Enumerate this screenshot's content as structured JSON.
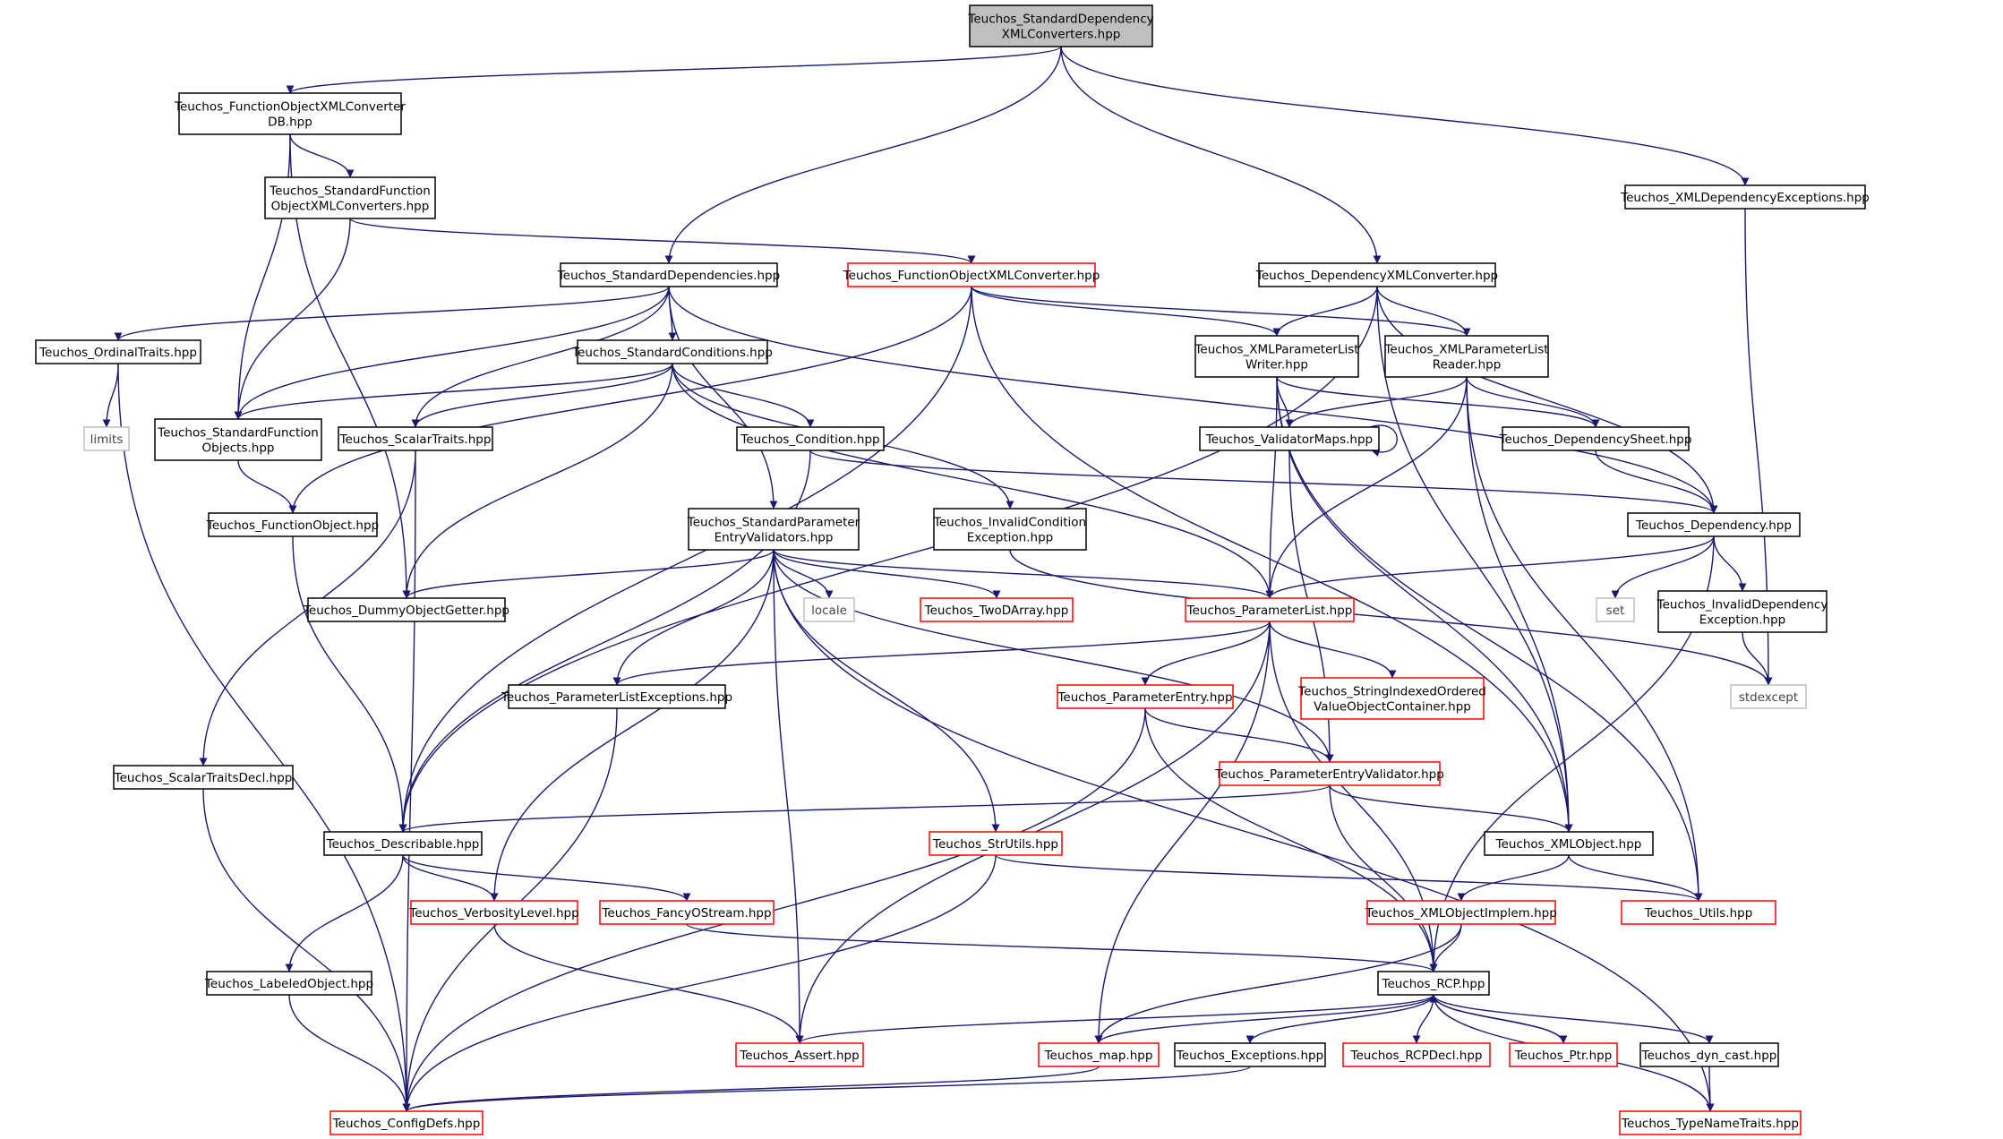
{
  "graph": {
    "edge_color": "#191970",
    "node_border_colors": {
      "default": "#000000",
      "incomplete": "#ff0000",
      "system": "#bfbfbf"
    },
    "root_fill": "#bfbfbf",
    "nodes": [
      {
        "id": "root",
        "lines": [
          "Teuchos_StandardDependency",
          "XMLConverters.hpp"
        ],
        "style": "root"
      },
      {
        "id": "fox_db",
        "lines": [
          "Teuchos_FunctionObjectXMLConverter",
          "DB.hpp"
        ],
        "style": "black"
      },
      {
        "id": "xmldepexc",
        "lines": [
          "Teuchos_XMLDependencyExceptions.hpp"
        ],
        "style": "black"
      },
      {
        "id": "stdfoxml",
        "lines": [
          "Teuchos_StandardFunction",
          "ObjectXMLConverters.hpp"
        ],
        "style": "black"
      },
      {
        "id": "stddeps",
        "lines": [
          "Teuchos_StandardDependencies.hpp"
        ],
        "style": "black"
      },
      {
        "id": "foxconv",
        "lines": [
          "Teuchos_FunctionObjectXMLConverter.hpp"
        ],
        "style": "red"
      },
      {
        "id": "depxml",
        "lines": [
          "Teuchos_DependencyXMLConverter.hpp"
        ],
        "style": "black"
      },
      {
        "id": "ordinal",
        "lines": [
          "Teuchos_OrdinalTraits.hpp"
        ],
        "style": "black"
      },
      {
        "id": "stdconds",
        "lines": [
          "Teuchos_StandardConditions.hpp"
        ],
        "style": "black"
      },
      {
        "id": "plwriter",
        "lines": [
          "Teuchos_XMLParameterList",
          "Writer.hpp"
        ],
        "style": "black"
      },
      {
        "id": "plreader",
        "lines": [
          "Teuchos_XMLParameterList",
          "Reader.hpp"
        ],
        "style": "black"
      },
      {
        "id": "limits",
        "lines": [
          "limits"
        ],
        "style": "gray"
      },
      {
        "id": "stdfuncobj",
        "lines": [
          "Teuchos_StandardFunction",
          "Objects.hpp"
        ],
        "style": "black"
      },
      {
        "id": "scalartraits",
        "lines": [
          "Teuchos_ScalarTraits.hpp"
        ],
        "style": "black"
      },
      {
        "id": "condition",
        "lines": [
          "Teuchos_Condition.hpp"
        ],
        "style": "black"
      },
      {
        "id": "valmaps",
        "lines": [
          "Teuchos_ValidatorMaps.hpp"
        ],
        "style": "black"
      },
      {
        "id": "depsheet",
        "lines": [
          "Teuchos_DependencySheet.hpp"
        ],
        "style": "black"
      },
      {
        "id": "stdpev",
        "lines": [
          "Teuchos_StandardParameter",
          "EntryValidators.hpp"
        ],
        "style": "black"
      },
      {
        "id": "invcond",
        "lines": [
          "Teuchos_InvalidCondition",
          "Exception.hpp"
        ],
        "style": "black"
      },
      {
        "id": "funcobj",
        "lines": [
          "Teuchos_FunctionObject.hpp"
        ],
        "style": "black"
      },
      {
        "id": "dependency",
        "lines": [
          "Teuchos_Dependency.hpp"
        ],
        "style": "black"
      },
      {
        "id": "dummy",
        "lines": [
          "Teuchos_DummyObjectGetter.hpp"
        ],
        "style": "black"
      },
      {
        "id": "locale",
        "lines": [
          "locale"
        ],
        "style": "gray"
      },
      {
        "id": "twod",
        "lines": [
          "Teuchos_TwoDArray.hpp"
        ],
        "style": "red"
      },
      {
        "id": "paramlist",
        "lines": [
          "Teuchos_ParameterList.hpp"
        ],
        "style": "red"
      },
      {
        "id": "set",
        "lines": [
          "set"
        ],
        "style": "gray"
      },
      {
        "id": "invdep",
        "lines": [
          "Teuchos_InvalidDependency",
          "Exception.hpp"
        ],
        "style": "black"
      },
      {
        "id": "pentry",
        "lines": [
          "Teuchos_ParameterEntry.hpp"
        ],
        "style": "red"
      },
      {
        "id": "sivoc",
        "lines": [
          "Teuchos_StringIndexedOrdered",
          "ValueObjectContainer.hpp"
        ],
        "style": "red"
      },
      {
        "id": "plexc",
        "lines": [
          "Teuchos_ParameterListExceptions.hpp"
        ],
        "style": "black"
      },
      {
        "id": "stdexcept",
        "lines": [
          "stdexcept"
        ],
        "style": "gray"
      },
      {
        "id": "scalartraitsdecl",
        "lines": [
          "Teuchos_ScalarTraitsDecl.hpp"
        ],
        "style": "black"
      },
      {
        "id": "pev",
        "lines": [
          "Teuchos_ParameterEntryValidator.hpp"
        ],
        "style": "red"
      },
      {
        "id": "describable",
        "lines": [
          "Teuchos_Describable.hpp"
        ],
        "style": "black"
      },
      {
        "id": "strutils",
        "lines": [
          "Teuchos_StrUtils.hpp"
        ],
        "style": "red"
      },
      {
        "id": "xmlobject",
        "lines": [
          "Teuchos_XMLObject.hpp"
        ],
        "style": "black"
      },
      {
        "id": "verbosity",
        "lines": [
          "Teuchos_VerbosityLevel.hpp"
        ],
        "style": "red"
      },
      {
        "id": "fancy",
        "lines": [
          "Teuchos_FancyOStream.hpp"
        ],
        "style": "red"
      },
      {
        "id": "xmlobjimpl",
        "lines": [
          "Teuchos_XMLObjectImplem.hpp"
        ],
        "style": "red"
      },
      {
        "id": "utils",
        "lines": [
          "Teuchos_Utils.hpp"
        ],
        "style": "red"
      },
      {
        "id": "labeled",
        "lines": [
          "Teuchos_LabeledObject.hpp"
        ],
        "style": "black"
      },
      {
        "id": "rcp",
        "lines": [
          "Teuchos_RCP.hpp"
        ],
        "style": "black"
      },
      {
        "id": "assert",
        "lines": [
          "Teuchos_Assert.hpp"
        ],
        "style": "red"
      },
      {
        "id": "map",
        "lines": [
          "Teuchos_map.hpp"
        ],
        "style": "red"
      },
      {
        "id": "exceptions",
        "lines": [
          "Teuchos_Exceptions.hpp"
        ],
        "style": "black"
      },
      {
        "id": "rcpdecl",
        "lines": [
          "Teuchos_RCPDecl.hpp"
        ],
        "style": "red"
      },
      {
        "id": "ptr",
        "lines": [
          "Teuchos_Ptr.hpp"
        ],
        "style": "red"
      },
      {
        "id": "dyncast",
        "lines": [
          "Teuchos_dyn_cast.hpp"
        ],
        "style": "black"
      },
      {
        "id": "configdefs",
        "lines": [
          "Teuchos_ConfigDefs.hpp"
        ],
        "style": "red"
      },
      {
        "id": "typename",
        "lines": [
          "Teuchos_TypeNameTraits.hpp"
        ],
        "style": "red"
      }
    ],
    "edges": [
      [
        "root",
        "fox_db"
      ],
      [
        "root",
        "stddeps"
      ],
      [
        "root",
        "depxml"
      ],
      [
        "root",
        "xmldepexc"
      ],
      [
        "fox_db",
        "stdfoxml"
      ],
      [
        "fox_db",
        "stdfuncobj"
      ],
      [
        "fox_db",
        "dummy"
      ],
      [
        "stdfoxml",
        "foxconv"
      ],
      [
        "stdfoxml",
        "stdfuncobj"
      ],
      [
        "xmldepexc",
        "stdexcept"
      ],
      [
        "stddeps",
        "ordinal"
      ],
      [
        "stddeps",
        "stdconds"
      ],
      [
        "stddeps",
        "stdfuncobj"
      ],
      [
        "stddeps",
        "scalartraits"
      ],
      [
        "stddeps",
        "stdpev"
      ],
      [
        "stddeps",
        "dependency"
      ],
      [
        "foxconv",
        "plwriter"
      ],
      [
        "foxconv",
        "plreader"
      ],
      [
        "foxconv",
        "funcobj"
      ],
      [
        "foxconv",
        "describable"
      ],
      [
        "foxconv",
        "xmlobject"
      ],
      [
        "depxml",
        "plwriter"
      ],
      [
        "depxml",
        "plreader"
      ],
      [
        "depxml",
        "dependency"
      ],
      [
        "depxml",
        "xmlobject"
      ],
      [
        "depxml",
        "describable"
      ],
      [
        "ordinal",
        "limits"
      ],
      [
        "ordinal",
        "configdefs"
      ],
      [
        "stdconds",
        "stdfuncobj"
      ],
      [
        "stdconds",
        "scalartraits"
      ],
      [
        "stdconds",
        "condition"
      ],
      [
        "stdconds",
        "invcond"
      ],
      [
        "stdconds",
        "dummy"
      ],
      [
        "stdconds",
        "paramlist"
      ],
      [
        "plwriter",
        "valmaps"
      ],
      [
        "plwriter",
        "depsheet"
      ],
      [
        "plwriter",
        "paramlist"
      ],
      [
        "plwriter",
        "xmlobject"
      ],
      [
        "plwriter",
        "utils"
      ],
      [
        "plreader",
        "valmaps"
      ],
      [
        "plreader",
        "depsheet"
      ],
      [
        "plreader",
        "paramlist"
      ],
      [
        "plreader",
        "xmlobject"
      ],
      [
        "plreader",
        "utils"
      ],
      [
        "stdfuncobj",
        "funcobj"
      ],
      [
        "scalartraits",
        "scalartraitsdecl"
      ],
      [
        "scalartraits",
        "configdefs"
      ],
      [
        "condition",
        "dependency"
      ],
      [
        "condition",
        "describable"
      ],
      [
        "valmaps",
        "valmaps"
      ],
      [
        "valmaps",
        "pev"
      ],
      [
        "depsheet",
        "dependency"
      ],
      [
        "stdpev",
        "dummy"
      ],
      [
        "stdpev",
        "locale"
      ],
      [
        "stdpev",
        "twod"
      ],
      [
        "stdpev",
        "paramlist"
      ],
      [
        "stdpev",
        "plexc"
      ],
      [
        "stdpev",
        "pev"
      ],
      [
        "stdpev",
        "strutils"
      ],
      [
        "stdpev",
        "verbosity"
      ],
      [
        "stdpev",
        "assert"
      ],
      [
        "stdpev",
        "typename"
      ],
      [
        "invcond",
        "stdexcept"
      ],
      [
        "funcobj",
        "describable"
      ],
      [
        "dependency",
        "paramlist"
      ],
      [
        "dependency",
        "set"
      ],
      [
        "dependency",
        "invdep"
      ],
      [
        "dependency",
        "rcp"
      ],
      [
        "invdep",
        "stdexcept"
      ],
      [
        "paramlist",
        "pentry"
      ],
      [
        "paramlist",
        "sivoc"
      ],
      [
        "paramlist",
        "plexc"
      ],
      [
        "paramlist",
        "assert"
      ],
      [
        "paramlist",
        "map"
      ],
      [
        "paramlist",
        "rcp"
      ],
      [
        "pentry",
        "pev"
      ],
      [
        "pentry",
        "rcp"
      ],
      [
        "pentry",
        "configdefs"
      ],
      [
        "plexc",
        "configdefs"
      ],
      [
        "scalartraitsdecl",
        "configdefs"
      ],
      [
        "pev",
        "describable"
      ],
      [
        "pev",
        "xmlobject"
      ],
      [
        "pev",
        "rcp"
      ],
      [
        "describable",
        "verbosity"
      ],
      [
        "describable",
        "fancy"
      ],
      [
        "describable",
        "labeled"
      ],
      [
        "strutils",
        "utils"
      ],
      [
        "strutils",
        "configdefs"
      ],
      [
        "xmlobject",
        "xmlobjimpl"
      ],
      [
        "xmlobject",
        "utils"
      ],
      [
        "verbosity",
        "assert"
      ],
      [
        "fancy",
        "rcp"
      ],
      [
        "xmlobjimpl",
        "rcp"
      ],
      [
        "xmlobjimpl",
        "map"
      ],
      [
        "labeled",
        "configdefs"
      ],
      [
        "rcp",
        "assert"
      ],
      [
        "rcp",
        "map"
      ],
      [
        "rcp",
        "exceptions"
      ],
      [
        "rcp",
        "rcpdecl"
      ],
      [
        "rcp",
        "ptr"
      ],
      [
        "rcp",
        "dyncast"
      ],
      [
        "rcp",
        "typename"
      ],
      [
        "ptr",
        "rcp"
      ],
      [
        "map",
        "configdefs"
      ],
      [
        "exceptions",
        "configdefs"
      ],
      [
        "dyncast",
        "typename"
      ]
    ]
  }
}
